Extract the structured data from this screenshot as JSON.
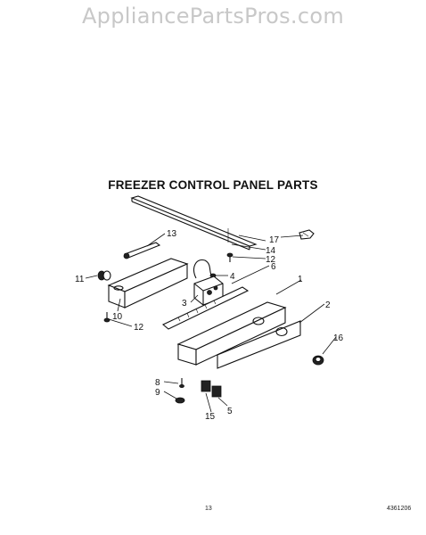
{
  "watermark": "AppliancePartsPros.com",
  "title": "FREEZER CONTROL PANEL PARTS",
  "callouts": [
    "1",
    "2",
    "3",
    "4",
    "5",
    "6",
    "8",
    "9",
    "10",
    "11",
    "12",
    "12",
    "13",
    "14",
    "15",
    "16",
    "17"
  ],
  "footer": {
    "page_number": "13",
    "doc_number": "4361206"
  }
}
